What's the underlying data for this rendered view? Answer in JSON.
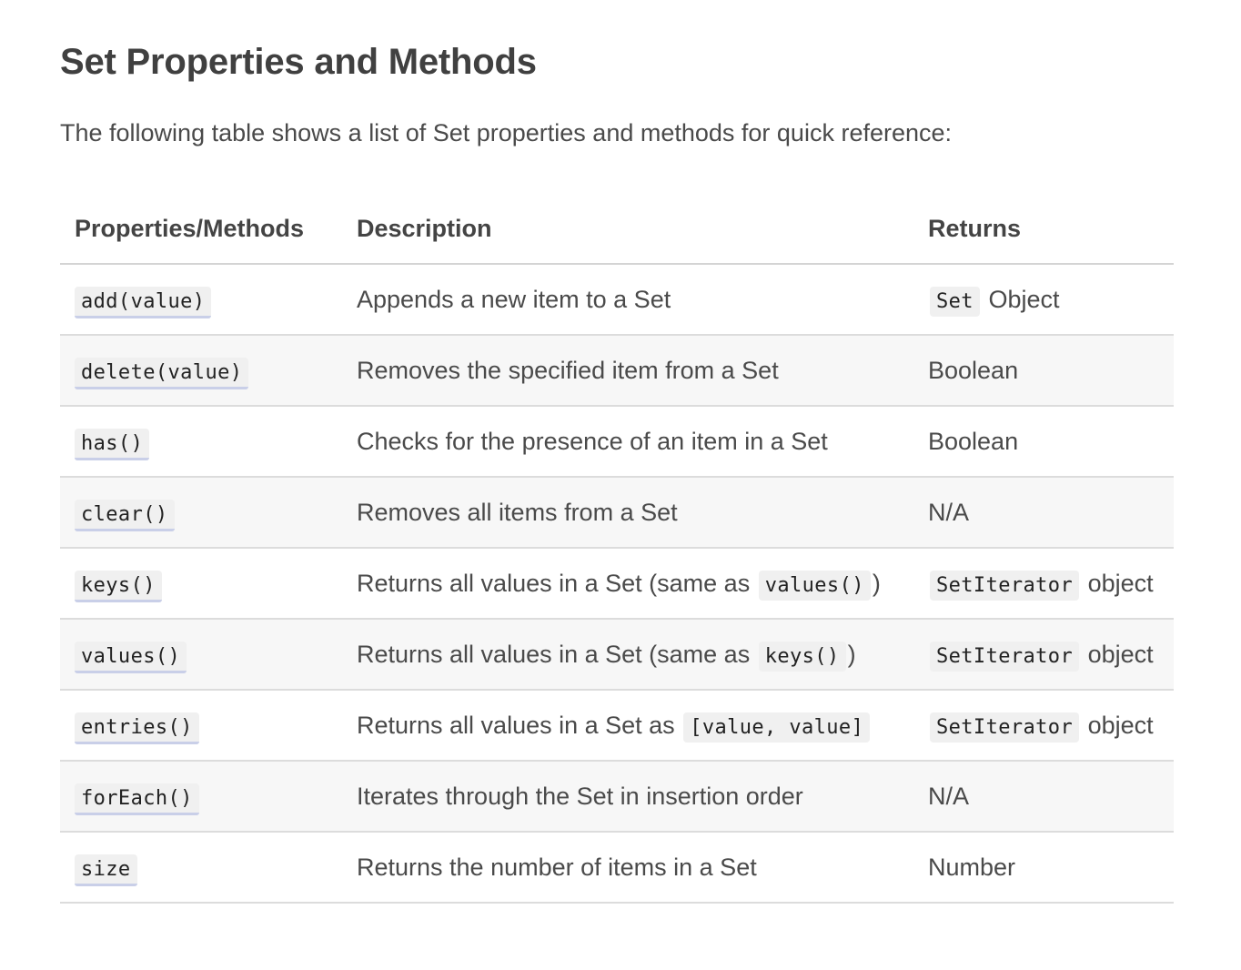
{
  "heading": "Set Properties and Methods",
  "intro": "The following table shows a list of Set properties and methods for quick reference:",
  "table": {
    "headers": [
      "Properties/Methods",
      "Description",
      "Returns"
    ],
    "rows": [
      {
        "method": "add(value)",
        "desc_text": "Appends a new item to a Set",
        "desc_code": "",
        "desc_after": "",
        "ret_code": "Set",
        "ret_text": " Object"
      },
      {
        "method": "delete(value)",
        "desc_text": "Removes the specified item from a Set",
        "desc_code": "",
        "desc_after": "",
        "ret_code": "",
        "ret_text": "Boolean"
      },
      {
        "method": "has()",
        "desc_text": "Checks for the presence of an item in a Set",
        "desc_code": "",
        "desc_after": "",
        "ret_code": "",
        "ret_text": "Boolean"
      },
      {
        "method": "clear()",
        "desc_text": "Removes all items from a Set",
        "desc_code": "",
        "desc_after": "",
        "ret_code": "",
        "ret_text": "N/A"
      },
      {
        "method": "keys()",
        "desc_text": "Returns all values in a Set (same as ",
        "desc_code": "values()",
        "desc_after": ")",
        "ret_code": "SetIterator",
        "ret_text": " object"
      },
      {
        "method": "values()",
        "desc_text": "Returns all values in a Set (same as ",
        "desc_code": "keys()",
        "desc_after": ")",
        "ret_code": "SetIterator",
        "ret_text": " object"
      },
      {
        "method": "entries()",
        "desc_text": "Returns all values in a Set as ",
        "desc_code": "[value, value]",
        "desc_after": "",
        "ret_code": "SetIterator",
        "ret_text": " object"
      },
      {
        "method": "forEach()",
        "desc_text": "Iterates through the Set in insertion order",
        "desc_code": "",
        "desc_after": "",
        "ret_code": "",
        "ret_text": "N/A"
      },
      {
        "method": "size",
        "desc_text": "Returns the number of items in a Set",
        "desc_code": "",
        "desc_after": "",
        "ret_code": "",
        "ret_text": "Number"
      }
    ]
  }
}
